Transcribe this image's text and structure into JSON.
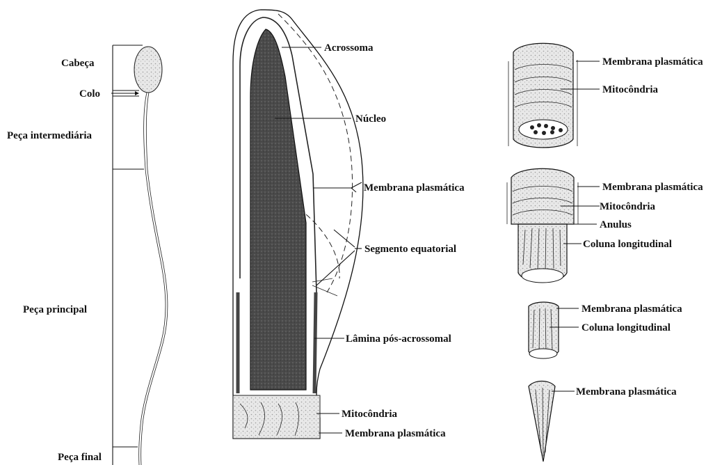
{
  "whole_cell": {
    "labels": {
      "head": "Cabeça",
      "neck": "Colo",
      "midpiece": "Peça intermediária",
      "principal": "Peça principal",
      "endpiece": "Peça final"
    }
  },
  "head_detail": {
    "labels": {
      "acrosome": "Acrossoma",
      "nucleus": "Núcleo",
      "plasma_membrane": "Membrana plasmática",
      "equatorial_segment": "Segmento equatorial",
      "postacrosomal_lamina": "Lâmina pós-acrossomal",
      "mitochondria": "Mitocôndria",
      "plasma_membrane_bottom": "Membrana plasmática"
    }
  },
  "sections": {
    "midpiece_section": {
      "plasma_membrane": "Membrana plasmática",
      "mitochondria": "Mitocôndria"
    },
    "annulus_section": {
      "plasma_membrane": "Membrana plasmática",
      "mitochondria": "Mitocôndria",
      "annulus": "Anulus",
      "longitudinal_column": "Coluna longitudinal"
    },
    "principal_section": {
      "plasma_membrane": "Membrana plasmática",
      "longitudinal_column": "Coluna longitudinal"
    },
    "endpiece_section": {
      "plasma_membrane": "Membrana plasmática"
    }
  },
  "colors": {
    "ink": "#111111",
    "nucleus_fill": "#4a4a4a",
    "stipple": "#d9d9d9"
  }
}
